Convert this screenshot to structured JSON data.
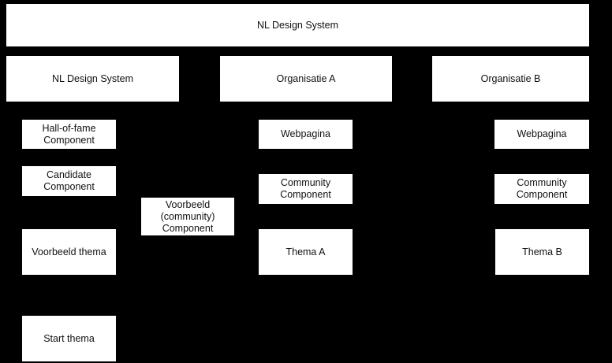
{
  "colors": {
    "background": "#000000",
    "node_fill": "#ffffff",
    "node_text": "#111111"
  },
  "diagram": {
    "type": "block-diagram",
    "nodes": {
      "top": {
        "label": "NL Design System"
      },
      "nl_design_system": {
        "label": "NL Design System"
      },
      "organisatie_a": {
        "label": "Organisatie A"
      },
      "organisatie_b": {
        "label": "Organisatie B"
      },
      "hall_of_fame": {
        "label": "Hall-of-fame Component"
      },
      "webpagina_a": {
        "label": "Webpagina"
      },
      "webpagina_b": {
        "label": "Webpagina"
      },
      "candidate": {
        "label": "Candidate Component"
      },
      "community_a": {
        "label": "Community Component"
      },
      "community_b": {
        "label": "Community Component"
      },
      "voorbeeld_component": {
        "label": "Voorbeeld (community) Component"
      },
      "voorbeeld_thema": {
        "label": "Voorbeeld thema"
      },
      "thema_a": {
        "label": "Thema A"
      },
      "thema_b": {
        "label": "Thema B"
      },
      "start_thema": {
        "label": "Start thema"
      }
    }
  }
}
